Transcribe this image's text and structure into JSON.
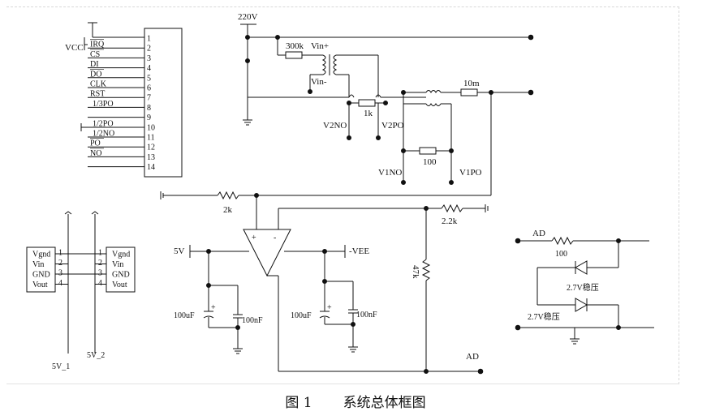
{
  "caption": {
    "figure": "图 1",
    "title": "系统总体框图"
  },
  "power": {
    "supply_220v": "220V",
    "vcc": "VCC",
    "v5": "5V",
    "vee": "-VEE"
  },
  "chip_left_labels": [
    "IRQ",
    "CS",
    "DI",
    "DO",
    "CLK",
    "RST",
    "1/3PO",
    "",
    "1/2PO",
    "1/2NO",
    "PO",
    "NO",
    ""
  ],
  "chip_pins": [
    "1",
    "2",
    "3",
    "4",
    "5",
    "6",
    "7",
    "8",
    "9",
    "10",
    "11",
    "12",
    "13",
    "14"
  ],
  "transformer": {
    "vin_plus": "Vin+",
    "vin_minus": "Vin-"
  },
  "resistors": {
    "r300k": "300k",
    "r10m": "10m",
    "r1k": "1k",
    "r100": "100",
    "r2k": "2k",
    "r2_2k": "2.2k",
    "r47k": "47k",
    "r100_ad": "100"
  },
  "nodes": {
    "v2no": "V2NO",
    "v2po": "V2PO",
    "v1no": "V1NO",
    "v1po": "V1PO",
    "ad_top": "AD",
    "ad_bottom": "AD"
  },
  "capacitors": {
    "c1": "100uF",
    "c2": "100nF",
    "c3": "100uF",
    "c4": "100nF"
  },
  "opamp": {
    "plus": "+",
    "minus": "-"
  },
  "sensor_pins": [
    "Vgnd",
    "Vin",
    "GND",
    "Vout"
  ],
  "sensor_pin_numbers": [
    "1",
    "2",
    "3",
    "4"
  ],
  "sensors": {
    "s1": "5V_1",
    "s2": "5V_2"
  },
  "zeners": {
    "z1": "2.7V稳压",
    "z2": "2.7V稳压"
  }
}
